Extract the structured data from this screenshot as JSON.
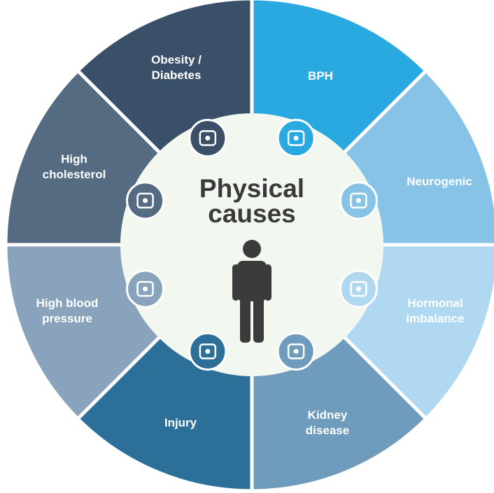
{
  "center": {
    "title_line1": "Physical",
    "title_line2": "causes",
    "icon": "person-icon"
  },
  "segments": [
    {
      "label_lines": [
        "Obesity /",
        "Diabetes"
      ],
      "icon": "glucose-meter-icon",
      "color": "#3a5068"
    },
    {
      "label_lines": [
        "BPH"
      ],
      "icon": "prostate-icon",
      "color": "#2aa8e0"
    },
    {
      "label_lines": [
        "Neurogenic"
      ],
      "icon": "brain-icon",
      "color": "#86c3e6"
    },
    {
      "label_lines": [
        "Hormonal",
        "imbalance"
      ],
      "icon": "gender-symbol-icon",
      "color": "#b0d8f1"
    },
    {
      "label_lines": [
        "Kidney",
        "disease"
      ],
      "icon": "kidney-icon",
      "color": "#6f9bbd"
    },
    {
      "label_lines": [
        "Injury"
      ],
      "icon": "first-aid-kit-icon",
      "color": "#2c6f98"
    },
    {
      "label_lines": [
        "High blood",
        "pressure"
      ],
      "icon": "blood-pressure-monitor-icon",
      "color": "#8aa3bc"
    },
    {
      "label_lines": [
        "High",
        "cholesterol"
      ],
      "icon": "artery-plaque-icon",
      "color": "#556b82"
    }
  ]
}
